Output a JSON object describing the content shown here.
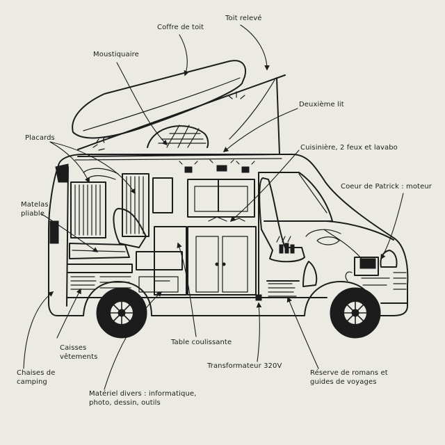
{
  "labels": {
    "coffre_de_toit": "Coffre de toit",
    "toit_releve": "Toit relevé",
    "moustiquaire": "Moustiquaire",
    "deuxieme_lit": "Deuxième lit",
    "placards": "Placards",
    "cuisiniere": "Cuisinière, 2 feux et lavabo",
    "coeur": "Coeur de Patrick : moteur",
    "matelas": "Matelas\npliable",
    "caisses": "Caisses\nvêtements",
    "table": "Table coulissante",
    "chaises": "Chaises de\ncamping",
    "transformateur": "Transformateur 320V",
    "reserve": "Réserve de romans et\nguides de voyages",
    "materiel": "Matériel divers : informatique,\nphoto, dessin, outils"
  }
}
